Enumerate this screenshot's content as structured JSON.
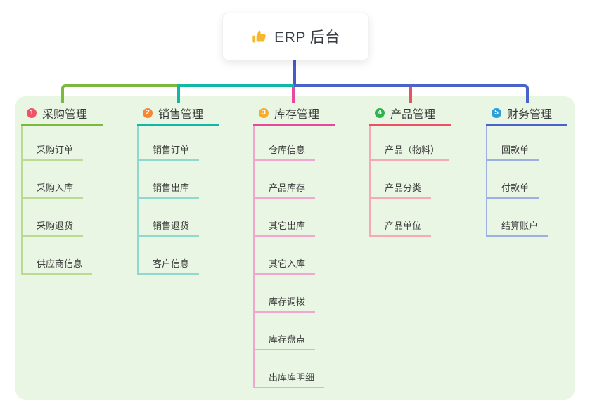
{
  "root": {
    "label": "ERP 后台",
    "icon": "thumbs-up"
  },
  "branches": [
    {
      "index": "1",
      "title": "采购管理",
      "badge_color": "#ef5368",
      "line_color": "#7cb93f",
      "line_light": "#b9dc92",
      "children": [
        "采购订单",
        "采购入库",
        "采购退货",
        "供应商信息"
      ]
    },
    {
      "index": "2",
      "title": "销售管理",
      "badge_color": "#f58634",
      "line_color": "#12b7a8",
      "line_light": "#8fd9cf",
      "children": [
        "销售订单",
        "销售出库",
        "销售退货",
        "客户信息"
      ]
    },
    {
      "index": "3",
      "title": "库存管理",
      "badge_color": "#f7ac2e",
      "line_color": "#e8489e",
      "line_light": "#f3a6d0",
      "children": [
        "仓库信息",
        "产品库存",
        "其它出库",
        "其它入库",
        "库存调拨",
        "库存盘点",
        "出库库明细"
      ]
    },
    {
      "index": "4",
      "title": "产品管理",
      "badge_color": "#2db44b",
      "line_color": "#ef4f63",
      "line_light": "#f8aab4",
      "children": [
        "产品（物料）",
        "产品分类",
        "产品单位"
      ]
    },
    {
      "index": "5",
      "title": "财务管理",
      "badge_color": "#2b9fd8",
      "line_color": "#4a63cb",
      "line_light": "#9dafe3",
      "children": [
        "回款单",
        "付款单",
        "结算账户"
      ]
    }
  ],
  "colors": {
    "panel_bg": "#e9f6e3",
    "root_connector": "#4a58c8",
    "card_bg": "#ffffff",
    "icon_color": "#f8b62c"
  }
}
